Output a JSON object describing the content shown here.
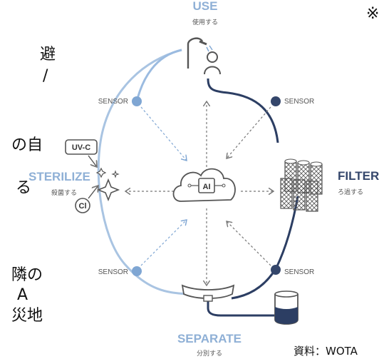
{
  "cycle": {
    "use": {
      "title": "USE",
      "sub": "使用する"
    },
    "filter": {
      "title": "FILTER",
      "sub": "ろ過する"
    },
    "separate": {
      "title": "SEPARATE",
      "sub": "分別する"
    },
    "sterilize": {
      "title": "STERILIZE",
      "sub": "殺菌する"
    }
  },
  "sensors": [
    "SENSOR",
    "SENSOR",
    "SENSOR",
    "SENSOR"
  ],
  "hub": {
    "label": "AI"
  },
  "sterilize_inputs": {
    "uv": "UV-C",
    "cl": "Cl"
  },
  "left_text": [
    "避",
    "/",
    "の自",
    "る",
    "隣の",
    "A",
    "災地"
  ],
  "corner_mark": "※",
  "source_note": "資料：WOTA",
  "colors": {
    "left_arc": "#a9c4e2",
    "right_arc": "#2c3e63",
    "sensor_left": "#7fa6d3",
    "sensor_right": "#34466b",
    "outline": "#555555"
  }
}
